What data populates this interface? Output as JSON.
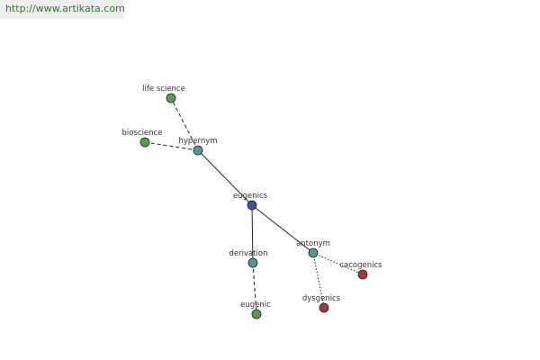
{
  "header": {
    "url_text": "http://www.artikata.com"
  },
  "colors": {
    "background": "#ffffff",
    "center": "#3f4fa3",
    "relation": "#4e9a92",
    "related_positive": "#5a9a4b",
    "related_negative": "#a33a3a",
    "url_text": "#2c7a2c",
    "url_bar": "#eeeeee"
  },
  "graph": {
    "nodes": [
      {
        "id": "eugenics",
        "label": "eugenics",
        "kind": "center"
      },
      {
        "id": "hypernym",
        "label": "hypernym",
        "kind": "relation"
      },
      {
        "id": "antonym",
        "label": "antonym",
        "kind": "relation"
      },
      {
        "id": "derivation",
        "label": "derivation",
        "kind": "relation"
      },
      {
        "id": "life_science",
        "label": "life science",
        "kind": "related_positive"
      },
      {
        "id": "bioscience",
        "label": "bioscience",
        "kind": "related_positive"
      },
      {
        "id": "eugenic",
        "label": "eugenic",
        "kind": "related_positive"
      },
      {
        "id": "cacogenics",
        "label": "cacogenics",
        "kind": "related_negative"
      },
      {
        "id": "dysgenics",
        "label": "dysgenics",
        "kind": "related_negative"
      }
    ],
    "edges": [
      {
        "from": "eugenics",
        "to": "hypernym",
        "style": "solid"
      },
      {
        "from": "eugenics",
        "to": "antonym",
        "style": "solid"
      },
      {
        "from": "eugenics",
        "to": "derivation",
        "style": "solid"
      },
      {
        "from": "hypernym",
        "to": "life_science",
        "style": "dashed"
      },
      {
        "from": "hypernym",
        "to": "bioscience",
        "style": "dashed"
      },
      {
        "from": "derivation",
        "to": "eugenic",
        "style": "dashed"
      },
      {
        "from": "antonym",
        "to": "cacogenics",
        "style": "dotted"
      },
      {
        "from": "antonym",
        "to": "dysgenics",
        "style": "dotted"
      }
    ]
  }
}
